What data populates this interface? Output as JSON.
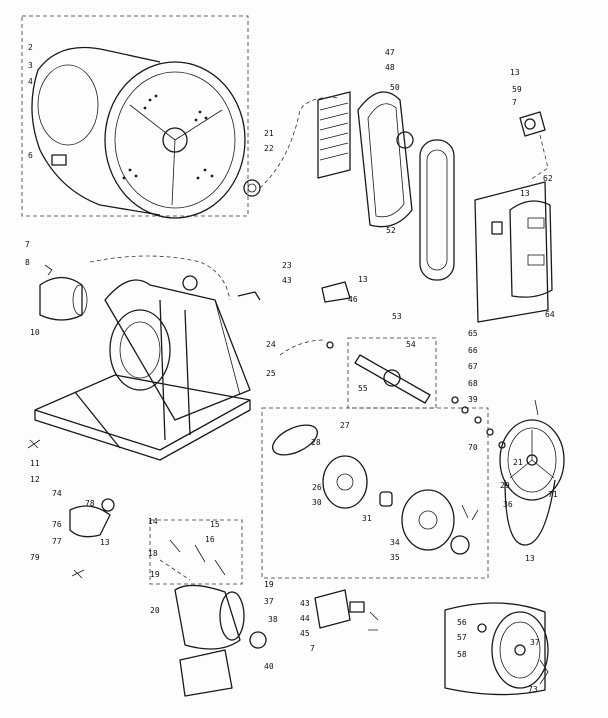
{
  "diagram": {
    "callouts": [
      {
        "id": "c2",
        "label": "2"
      },
      {
        "id": "c3",
        "label": "3"
      },
      {
        "id": "c4",
        "label": "4"
      },
      {
        "id": "c6",
        "label": "6"
      },
      {
        "id": "c7a",
        "label": "7"
      },
      {
        "id": "c8",
        "label": "8"
      },
      {
        "id": "c10",
        "label": "10"
      },
      {
        "id": "c11",
        "label": "11"
      },
      {
        "id": "c12",
        "label": "12"
      },
      {
        "id": "c13a",
        "label": "13"
      },
      {
        "id": "c13b",
        "label": "13"
      },
      {
        "id": "c13c",
        "label": "13"
      },
      {
        "id": "c13d",
        "label": "13"
      },
      {
        "id": "c13e",
        "label": "13"
      },
      {
        "id": "c14",
        "label": "14"
      },
      {
        "id": "c15",
        "label": "15"
      },
      {
        "id": "c16",
        "label": "16"
      },
      {
        "id": "c18",
        "label": "18"
      },
      {
        "id": "c19a",
        "label": "19"
      },
      {
        "id": "c19b",
        "label": "19"
      },
      {
        "id": "c20",
        "label": "20"
      },
      {
        "id": "c21a",
        "label": "21"
      },
      {
        "id": "c21b",
        "label": "21"
      },
      {
        "id": "c22",
        "label": "22"
      },
      {
        "id": "c23",
        "label": "23"
      },
      {
        "id": "c24",
        "label": "24"
      },
      {
        "id": "c25",
        "label": "25"
      },
      {
        "id": "c26",
        "label": "26"
      },
      {
        "id": "c27",
        "label": "27"
      },
      {
        "id": "c28",
        "label": "28"
      },
      {
        "id": "c29",
        "label": "29"
      },
      {
        "id": "c30",
        "label": "30"
      },
      {
        "id": "c31",
        "label": "31"
      },
      {
        "id": "c34",
        "label": "34"
      },
      {
        "id": "c35",
        "label": "35"
      },
      {
        "id": "c36",
        "label": "36"
      },
      {
        "id": "c37a",
        "label": "37"
      },
      {
        "id": "c37b",
        "label": "37"
      },
      {
        "id": "c38",
        "label": "38"
      },
      {
        "id": "c39",
        "label": "39"
      },
      {
        "id": "c40",
        "label": "40"
      },
      {
        "id": "c43a",
        "label": "43"
      },
      {
        "id": "c43b",
        "label": "43"
      },
      {
        "id": "c44",
        "label": "44"
      },
      {
        "id": "c45",
        "label": "45"
      },
      {
        "id": "c46",
        "label": "46"
      },
      {
        "id": "c47",
        "label": "47"
      },
      {
        "id": "c48",
        "label": "48"
      },
      {
        "id": "c50",
        "label": "50"
      },
      {
        "id": "c52",
        "label": "52"
      },
      {
        "id": "c53",
        "label": "53"
      },
      {
        "id": "c54",
        "label": "54"
      },
      {
        "id": "c55",
        "label": "55"
      },
      {
        "id": "c56",
        "label": "56"
      },
      {
        "id": "c57",
        "label": "57"
      },
      {
        "id": "c58",
        "label": "58"
      },
      {
        "id": "c59",
        "label": "59"
      },
      {
        "id": "c62",
        "label": "62"
      },
      {
        "id": "c64",
        "label": "64"
      },
      {
        "id": "c65",
        "label": "65"
      },
      {
        "id": "c66",
        "label": "66"
      },
      {
        "id": "c67",
        "label": "67"
      },
      {
        "id": "c68",
        "label": "68"
      },
      {
        "id": "c70",
        "label": "70"
      },
      {
        "id": "c71",
        "label": "71"
      },
      {
        "id": "c73",
        "label": "73"
      },
      {
        "id": "c74",
        "label": "74"
      },
      {
        "id": "c76",
        "label": "76"
      },
      {
        "id": "c77",
        "label": "77"
      },
      {
        "id": "c78",
        "label": "78"
      },
      {
        "id": "c79",
        "label": "79"
      },
      {
        "id": "c7b",
        "label": "7"
      },
      {
        "id": "c7c",
        "label": "7"
      }
    ]
  }
}
